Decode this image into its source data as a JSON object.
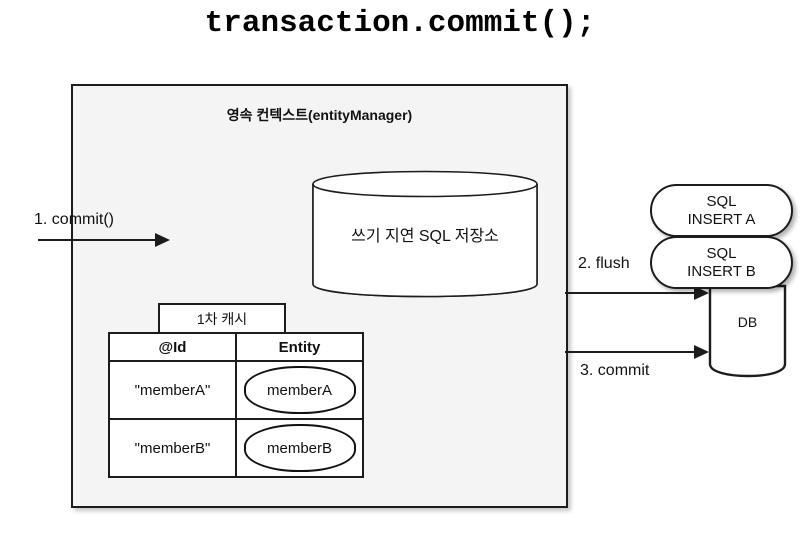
{
  "title": "transaction.commit();",
  "persistence_context": {
    "title": "영속 컨텍스트(entityManager)",
    "write_behind_store": {
      "label": "쓰기 지연 SQL 저장소",
      "shape": "cylinder"
    },
    "first_level_cache": {
      "tab_label": "1차 캐시",
      "columns": [
        "@Id",
        "Entity"
      ],
      "rows": [
        {
          "id": "\"memberA\"",
          "entity": "memberA"
        },
        {
          "id": "\"memberB\"",
          "entity": "memberB"
        }
      ]
    }
  },
  "arrows": [
    {
      "name": "commit-in",
      "label": "1. commit()",
      "direction": "right"
    },
    {
      "name": "flush",
      "label": "2. flush",
      "direction": "right"
    },
    {
      "name": "commit-db",
      "label": "3. commit",
      "direction": "right"
    }
  ],
  "database": {
    "label": "DB",
    "shape": "cylinder"
  },
  "sql_statements": [
    {
      "line1": "SQL",
      "line2": "INSERT A"
    },
    {
      "line1": "SQL",
      "line2": "INSERT B"
    }
  ],
  "colors": {
    "page_background": "#ffffff",
    "context_fill": "#f4f4f4",
    "stroke": "#1c1c1c",
    "shape_fill": "#ffffff",
    "text": "#111111"
  }
}
